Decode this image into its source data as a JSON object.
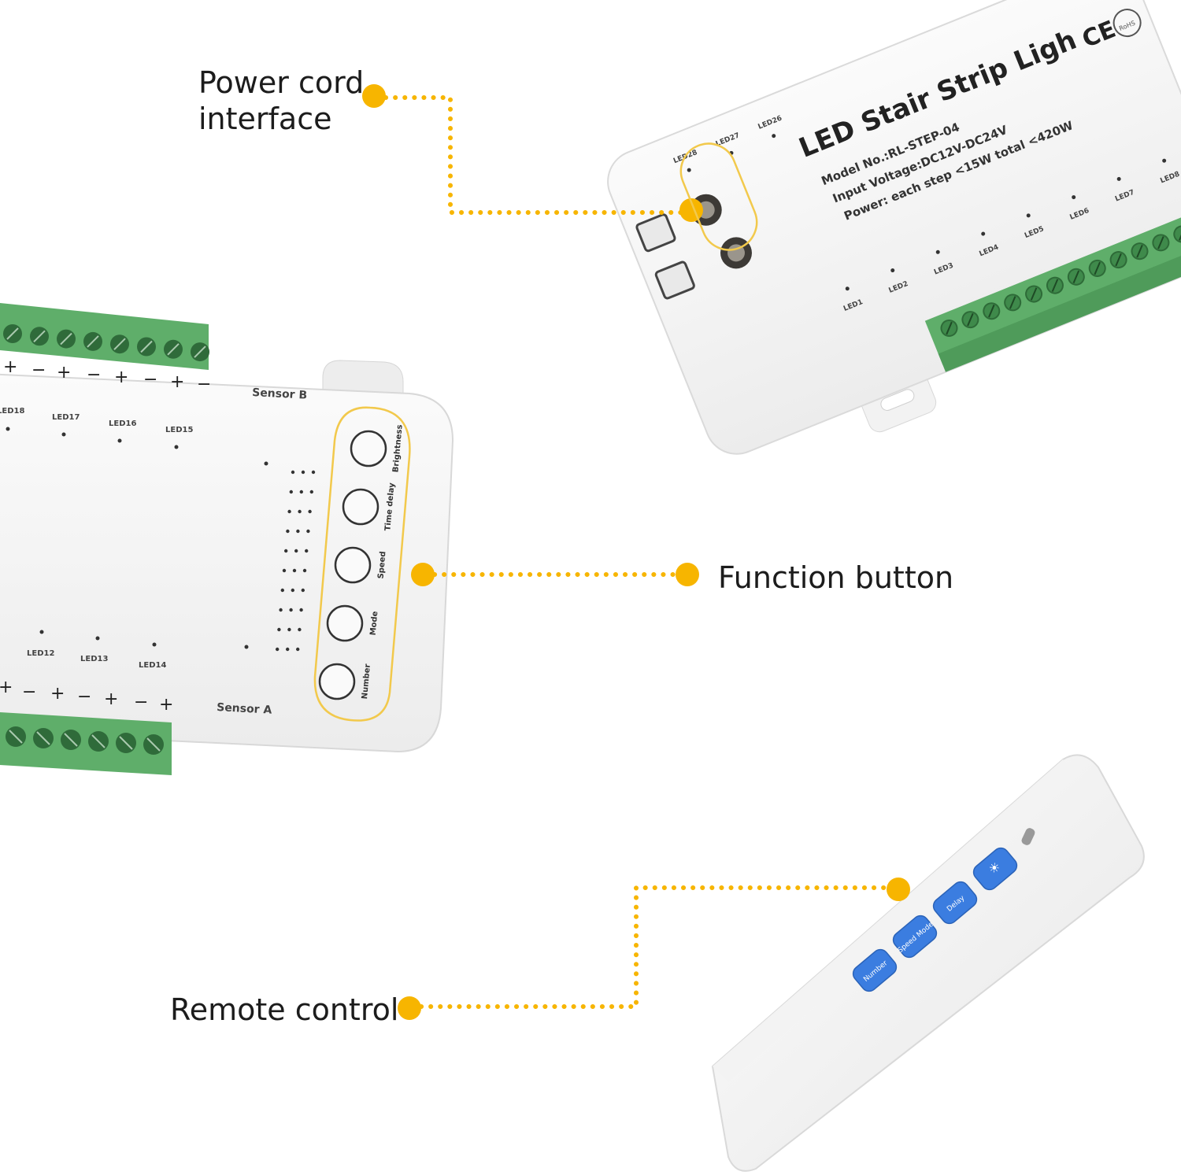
{
  "callouts": {
    "power_cord": {
      "line1": "Power cord",
      "line2": "interface"
    },
    "function_button": "Function button",
    "remote_control": "Remote control"
  },
  "controller_top": {
    "title": "LED Stair Strip Ligh",
    "model": "Model No.:RL-STEP-04",
    "voltage": "Input Voltage:DC12V-DC24V",
    "power": "Power:  each step <15W  total <420W",
    "ce_mark": "CE",
    "rohs_mark": "RoHS",
    "led_labels": [
      "LED1",
      "LED2",
      "LED3",
      "LED4",
      "LED5",
      "LED6",
      "LED7",
      "LED8"
    ],
    "led_labels_top": [
      "LED28",
      "LED27",
      "LED26"
    ]
  },
  "controller_left": {
    "sensor_b": "Sensor B",
    "sensor_a": "Sensor A",
    "led_labels_top": [
      "LED18",
      "LED17",
      "LED16",
      "LED15"
    ],
    "led_labels_bottom": [
      "LED12",
      "LED13",
      "LED14"
    ],
    "buttons": [
      "Brightness",
      "Time delay",
      "Speed",
      "Mode",
      "Number"
    ]
  },
  "remote": {
    "buttons": [
      "Number",
      "Speed Mode",
      "Delay",
      "☀"
    ]
  },
  "colors": {
    "callout_dot": "#f7b500",
    "terminal_green": "#5fae6a",
    "remote_blue": "#3b7de0",
    "body_white": "#f6f6f6"
  }
}
